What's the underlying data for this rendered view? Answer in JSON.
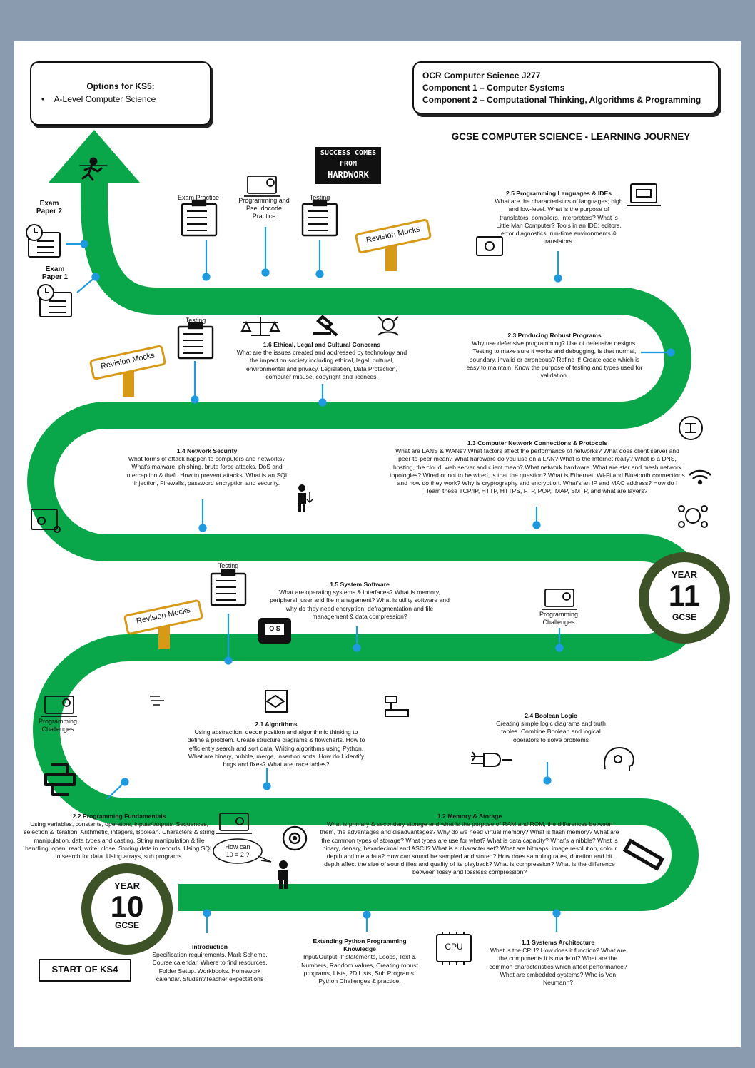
{
  "header": {
    "options_title": "Options for KS5:",
    "options_item": "A-Level Computer Science",
    "spec_line1": "OCR Computer Science J277",
    "spec_line2": "Component 1 – Computer Systems",
    "spec_line3": "Component 2 – Computational Thinking, Algorithms & Programming",
    "journey_title": "GCSE COMPUTER SCIENCE - LEARNING JOURNEY",
    "poster_line1": "SUCCESS COMES",
    "poster_line2": "FROM",
    "poster_line3": "HARDWORK"
  },
  "signs": {
    "revision_mocks": "Revision Mocks"
  },
  "labels": {
    "exam_paper_2": "Exam Paper 2",
    "exam_paper_1": "Exam Paper 1",
    "exam_practice": "Exam Practice",
    "programming_pseudocode": "Programming and Pseudocode Practice",
    "testing": "Testing",
    "programming_challenges": "Programming Challenges",
    "start_ks4": "START OF KS4",
    "speech_bubble": "How can 10 = 2 ?"
  },
  "badges": {
    "year_word": "YEAR",
    "gcse_word": "GCSE",
    "year11": "11",
    "year10": "10"
  },
  "topics": {
    "t25_title": "2.5 Programming Languages & IDEs",
    "t25_body": "What are the characteristics of languages; high and low-level. What is the purpose of translators, compilers, interpreters? What is Little Man Computer? Tools in an IDE; editors, error diagnostics, run-time environments & translators.",
    "t16_title": "1.6 Ethical, Legal and Cultural Concerns",
    "t16_body": "What are the issues created and addressed by technology and the impact on society including ethical, legal, cultural, environmental and privacy. Legislation, Data Protection, computer misuse, copyright and licences.",
    "t23_title": "2.3 Producing Robust Programs",
    "t23_body": "Why use defensive programming? Use of defensive designs. Testing to make sure it works and debugging, is that normal, boundary, invalid or erroneous? Refine it! Create code which is easy to maintain. Know the purpose of testing and types used for validation.",
    "t14_title": "1.4 Network Security",
    "t14_body": "What forms of attack happen to computers and networks? What's malware, phishing, brute force attacks, DoS and Interception & theft. How to prevent attacks. What is an SQL injection, Firewalls, password encryption and security.",
    "t13_title": "1.3 Computer Network Connections & Protocols",
    "t13_body": "What are LANS & WANs? What factors affect the performance of networks? What does client server and peer-to-peer mean? What hardware do you use on a LAN? What is the Internet really? What is a DNS, hosting, the cloud, web server and client mean? What network hardware. What are star and mesh network topologies? Wired or not to be wired, is that the question? What is Ethernet, Wi-Fi and Bluetooth connections and how do they work? Why is cryptography and encryption. What's an IP and MAC address? How do I learn these TCP/IP, HTTP, HTTPS, FTP, POP, IMAP, SMTP, and what are layers?",
    "t15_title": "1.5 System Software",
    "t15_body": "What are operating systems & interfaces? What is memory, peripheral, user and file management? What is utility software and why do they need encryption, defragmentation and file management & data compression?",
    "t21_title": "2.1 Algorithms",
    "t21_body": "Using abstraction, decomposition and algorithmic thinking to define a problem. Create structure diagrams & flowcharts. How to efficiently search and sort data. Writing algorithms using Python. What are binary, bubble, merge, insertion sorts. How do I identify bugs and fixes? What are trace tables?",
    "t24_title": "2.4 Boolean Logic",
    "t24_body": "Creating simple logic diagrams and truth tables. Combine Boolean and logical operators to solve problems",
    "t22_title": "2.2 Programming Fundamentals",
    "t22_body": "Using variables, constants, operators, inputs/outputs. Sequences, selection & iteration. Arithmetic, integers, Boolean. Characters & string manipulation, data types and casting. String manipulation & file handling, open, read, write, close. Storing data in records. Using SQL to search for data. Using arrays, sub programs.",
    "t12_title": "1.2 Memory & Storage",
    "t12_body": "What is primary & secondary storage and what is the purpose of RAM and ROM, the differences between them, the advantages and disadvantages? Why do we need virtual memory? What is flash memory? What are the common types of storage? What types are use for what? What is data capacity? What's a nibble? What is binary, denary, hexadecimal and ASCII? What is a character set? What are bitmaps, image resolution, colour depth and metadata? How can sound be sampled and stored? How does sampling rates, duration and bit depth affect the size of sound files and quality of its playback? What is compression? What is the difference between lossy and lossless compression?",
    "intro_title": "Introduction",
    "intro_body": "Specification requirements. Mark Scheme. Course calendar. Where to find resources. Folder Setup. Workbooks. Homework calendar. Student/Teacher expectations",
    "ext_title": "Extending Python Programming Knowledge",
    "ext_body": "Input/Output, If statements, Loops, Text & Numbers, Random Values, Creating robust programs, Lists, 2D Lists, Sub Programs. Python Challenges & practice.",
    "t11_title": "1.1 Systems Architecture",
    "t11_body": "What is the CPU? How does it function? What are the components it is made of? What are the common characteristics which affect performance? What are embedded systems? Who is Von Neumann?"
  },
  "icons": {
    "cpu_text": "CPU",
    "os_text": "O S"
  },
  "colors": {
    "road": "#0aa64a",
    "badge_ring": "#3e5227",
    "connector": "#1f9ae0",
    "sign": "#d79a17"
  }
}
